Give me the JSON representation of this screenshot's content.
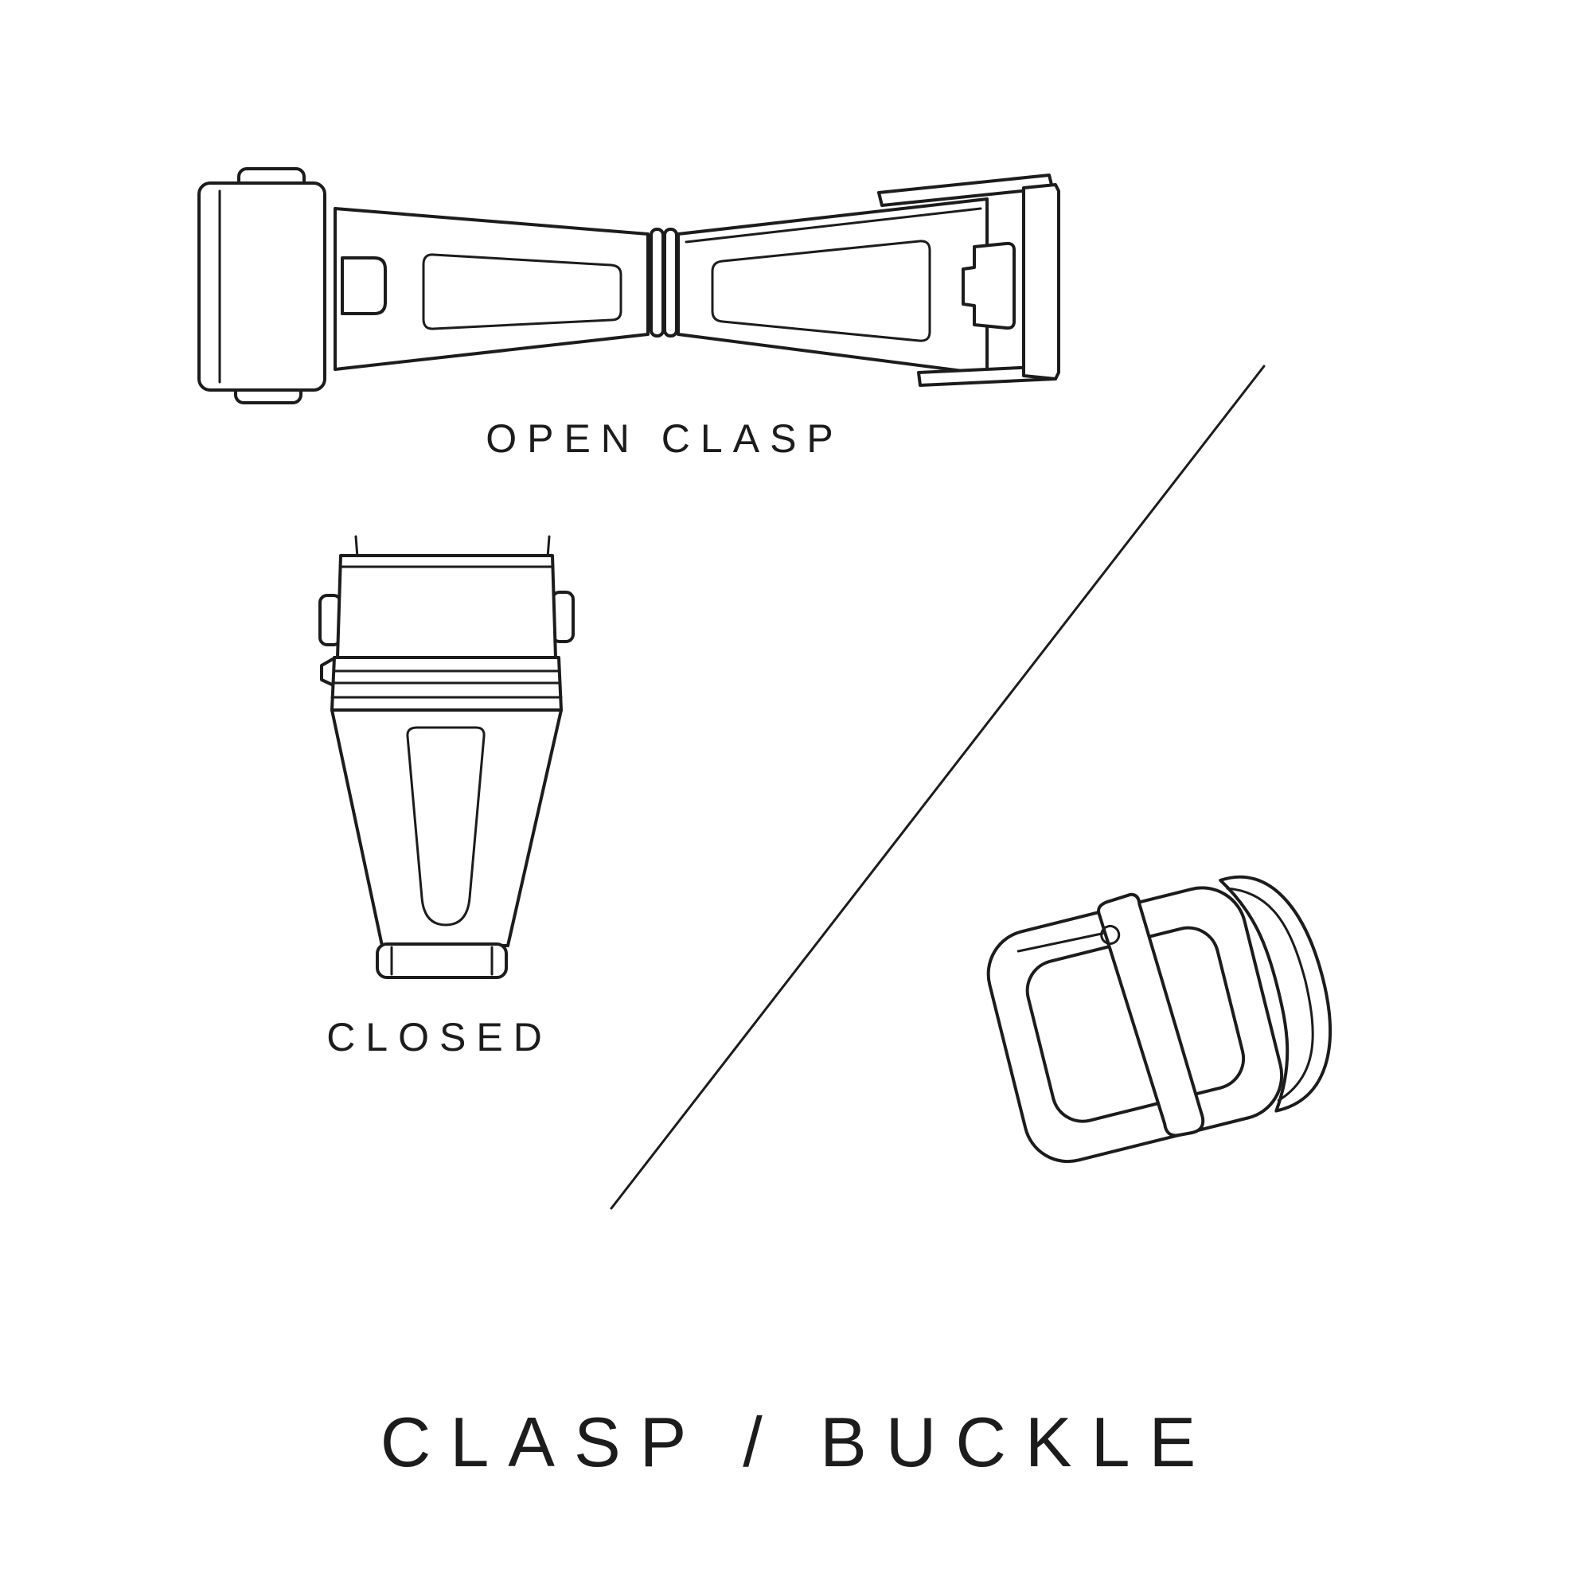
{
  "colors": {
    "ink": "#1c1c1c",
    "paper": "#ffffff"
  },
  "figure": {
    "title": "CLASP / BUCKLE",
    "sections": {
      "open_clasp": {
        "label": "OPEN CLASP"
      },
      "closed_clasp": {
        "label": "CLOSED"
      }
    },
    "icons": {
      "open_clasp_illustration": "open-deployant-clasp-line-drawing",
      "closed_clasp_illustration": "closed-deployant-clasp-line-drawing",
      "buckle_illustration": "tang-buckle-line-drawing",
      "divider": "diagonal-divider-line"
    }
  }
}
